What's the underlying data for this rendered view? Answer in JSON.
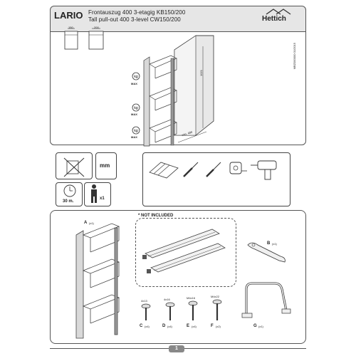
{
  "header": {
    "product": "LARIO",
    "title_de": "Frontauszug 400 3-etagig KB150/200",
    "title_en": "Tall pull-out 400 3-level CW150/200",
    "brand": "Hettich",
    "doc_number": "MBZ000000 01/2015"
  },
  "dimensions": {
    "cabinet_150": "150",
    "cabinet_200": "200",
    "max_label": "MAX",
    "min_dim": "min. 480",
    "height_dim": "1021"
  },
  "tools": {
    "measure_unit": "mm",
    "time": "30 m.",
    "persons": "x1"
  },
  "parts": {
    "not_included": "* NOT INCLUDED",
    "A": {
      "letter": "A",
      "qty": "(x1)"
    },
    "B": {
      "letter": "B",
      "qty": "(x1)"
    },
    "C": {
      "letter": "C",
      "qty": "(x4)",
      "spec": "4x13"
    },
    "D": {
      "letter": "D",
      "qty": "(x4)",
      "spec": "4x16"
    },
    "E": {
      "letter": "E",
      "qty": "(x4)",
      "spec": "M4x16"
    },
    "F": {
      "letter": "F",
      "qty": "(x2)",
      "spec": "M4x22"
    },
    "G": {
      "letter": "G",
      "qty": "(x1)"
    }
  },
  "footer": {
    "page": "1"
  },
  "colors": {
    "accent": "#555555",
    "header_bg": "#e6e6e6"
  }
}
